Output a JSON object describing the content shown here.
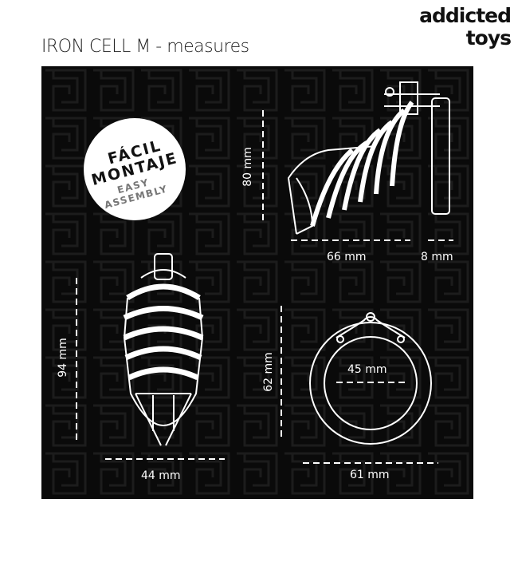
{
  "title": "IRON CELL M - measures",
  "logo": {
    "line1": "addicted",
    "line2": "toys"
  },
  "badge": {
    "line1": "FÁCIL",
    "line2": "MONTAJE",
    "line3": "EASY ASSEMBLY"
  },
  "measures": {
    "side_height": "80 mm",
    "side_length": "66 mm",
    "ring_gap": "8 mm",
    "front_height": "94 mm",
    "front_width": "44 mm",
    "ring_height": "62 mm",
    "ring_inner": "45 mm",
    "ring_width": "61 mm"
  },
  "colors": {
    "background": "#0a0a0a",
    "line": "#ffffff"
  }
}
